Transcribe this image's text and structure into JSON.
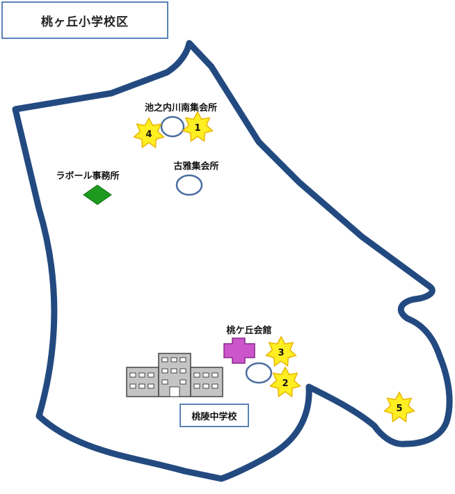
{
  "title": "桃ヶ丘小学校区",
  "colors": {
    "boundary": "#234a80",
    "marker_circle": "#4a6da0",
    "star_fill": "#ffee22",
    "star_stroke": "#e8b400",
    "office_diamond": "#1e9a1e",
    "hall_cross": "#cc55cc",
    "building_fill": "#c4c4c4",
    "box_border": "#5b82b5"
  },
  "places": {
    "ikenouchi_minami": "池之内川南集会所",
    "koga": "古雅集会所",
    "labor_office": "ラボール事務所",
    "momogaoka_kaikan": "桃ケ丘会館",
    "toryo_jhs": "桃陵中学校"
  },
  "stars": [
    "1",
    "2",
    "3",
    "4",
    "5"
  ],
  "icons": {
    "circle": "meeting-hall-circle-icon",
    "diamond": "office-diamond-icon",
    "cross": "community-hall-cross-icon",
    "building": "school-building-icon",
    "star": "star-marker-icon"
  }
}
